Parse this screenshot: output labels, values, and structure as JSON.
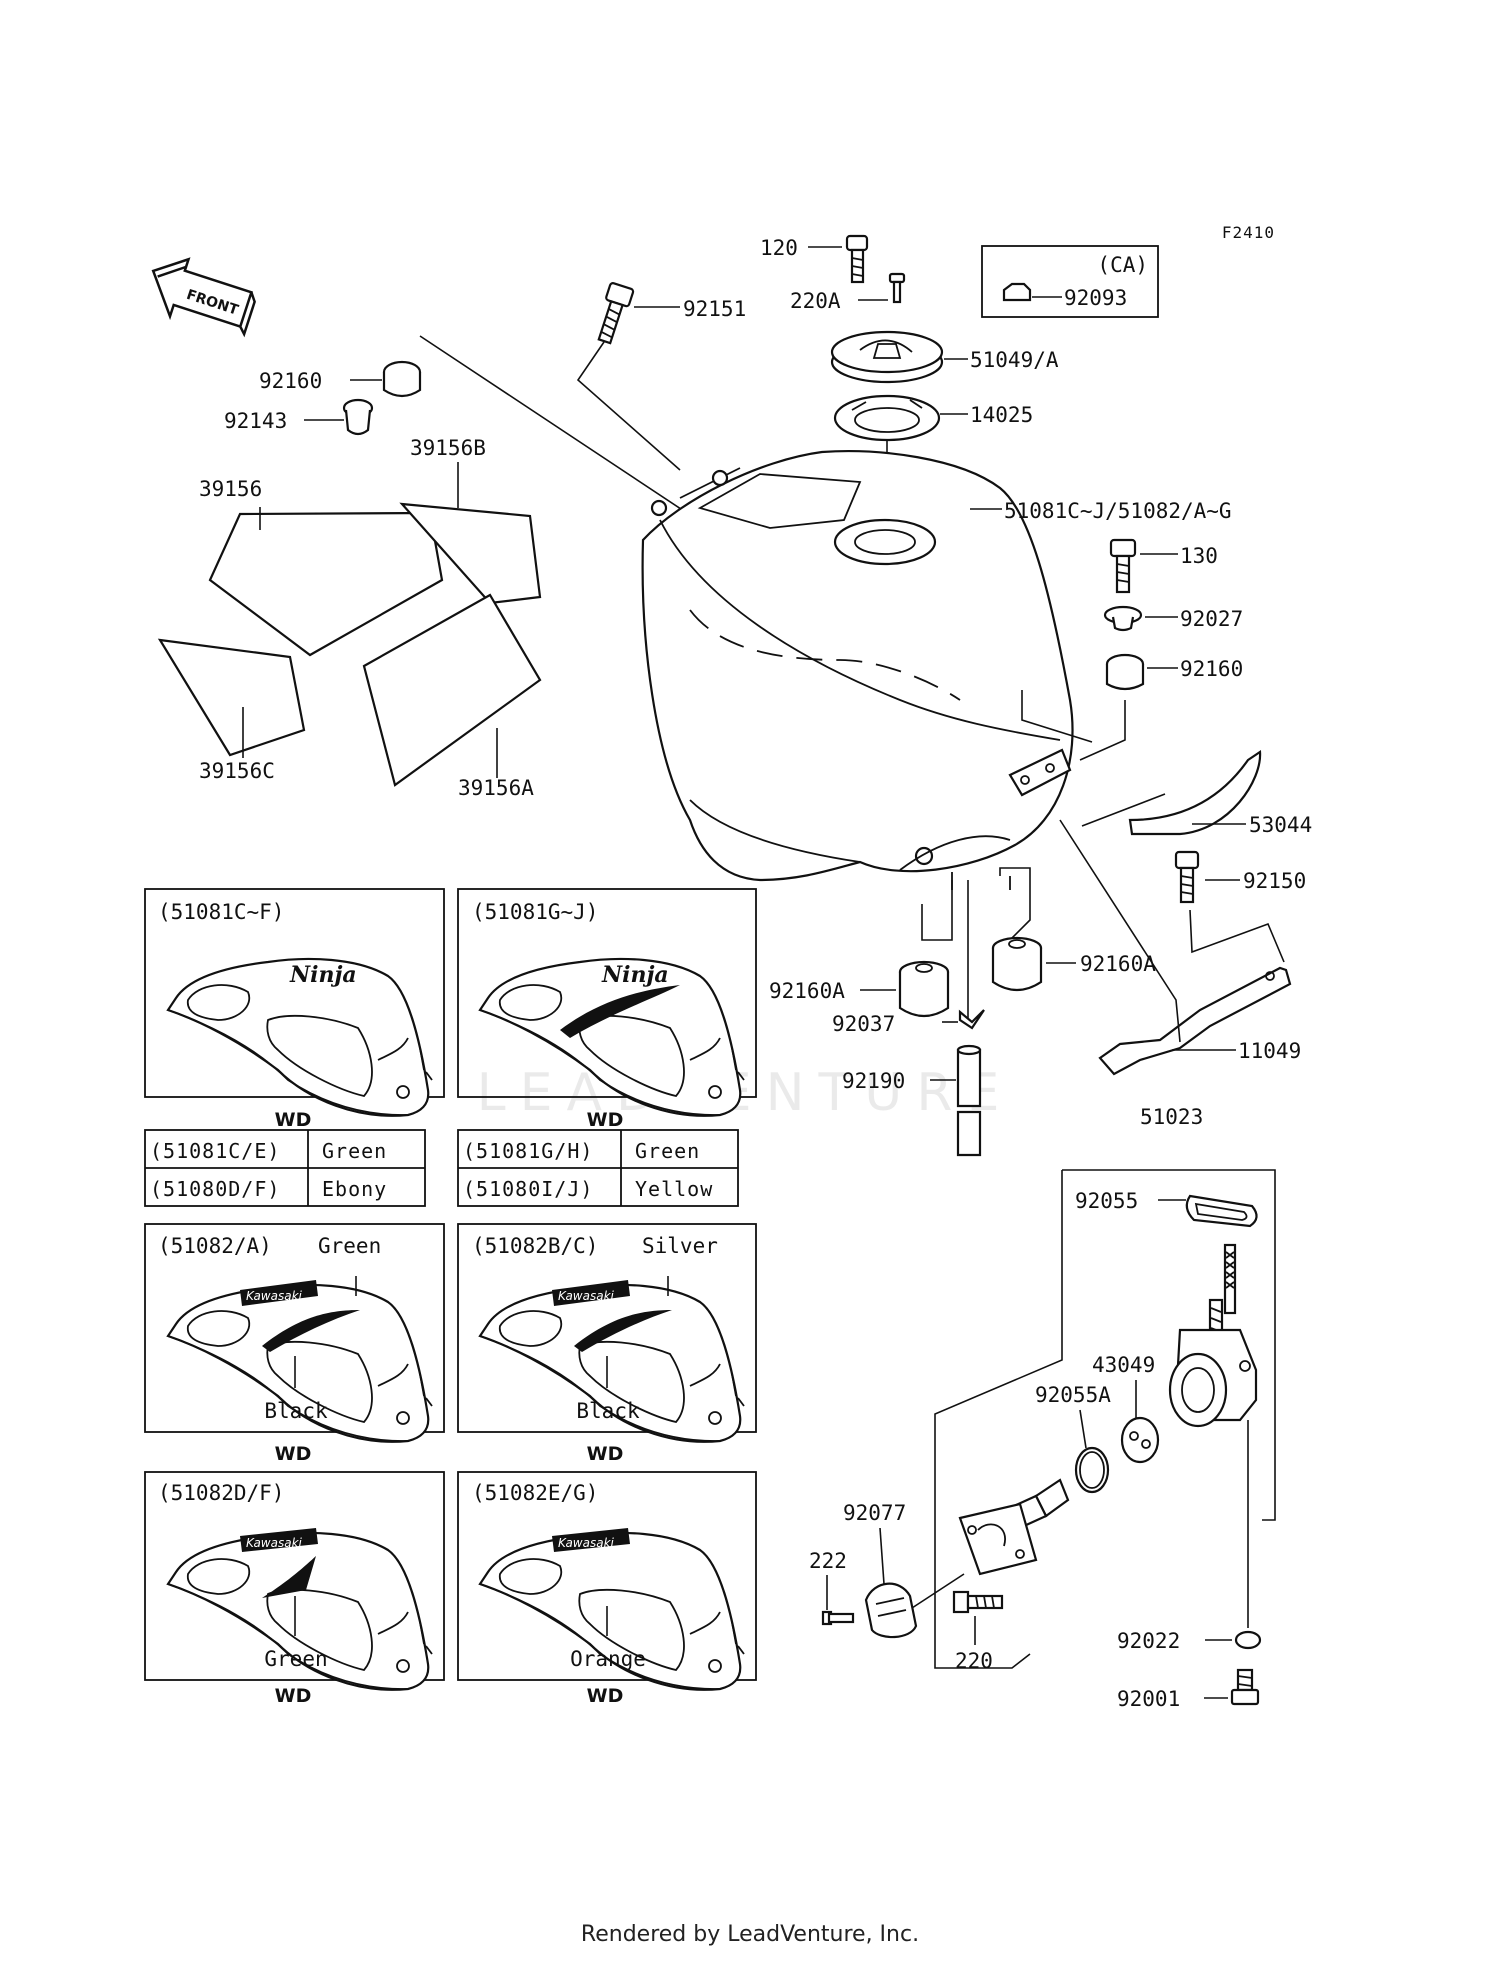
{
  "figure_code": "F2410",
  "front_label": "FRONT",
  "ca_label": "(CA)",
  "footer": "Rendered by LeadVenture, Inc.",
  "callouts": {
    "p120": "120",
    "p220A": "220A",
    "p92093": "92093",
    "p92151": "92151",
    "p51049": "51049/A",
    "p14025": "14025",
    "p92160_top": "92160",
    "p92143": "92143",
    "p39156B": "39156B",
    "p39156": "39156",
    "p51081": "51081C~J/51082/A~G",
    "p130": "130",
    "p92027": "92027",
    "p92160_right": "92160",
    "p53044": "53044",
    "p39156C": "39156C",
    "p39156A": "39156A",
    "p92150": "92150",
    "p92160A_left": "92160A",
    "p92160A_right": "92160A",
    "p92037": "92037",
    "p92190": "92190",
    "p11049": "11049",
    "p51023": "51023",
    "p92055": "92055",
    "p43049": "43049",
    "p92055A": "92055A",
    "p92077": "92077",
    "p222": "222",
    "p220": "220",
    "p92022": "92022",
    "p92001": "92001"
  },
  "variant_panels": [
    {
      "code": "(51081C~F)",
      "color": "",
      "sub": "",
      "wd": "WD"
    },
    {
      "code": "(51081G~J)",
      "color": "",
      "sub": "",
      "wd": "WD"
    },
    {
      "code": "(51082/A)",
      "color": "Green",
      "sub": "Black",
      "wd": "WD",
      "brand": "Kawasaki"
    },
    {
      "code": "(51082B/C)",
      "color": "Silver",
      "sub": "Black",
      "wd": "WD",
      "brand": "Kawasaki"
    },
    {
      "code": "(51082D/F)",
      "color": "",
      "sub": "Green",
      "wd": "WD",
      "brand": "Kawasaki"
    },
    {
      "code": "(51082E/G)",
      "color": "",
      "sub": "Orange",
      "wd": "WD",
      "brand": "Kawasaki"
    }
  ],
  "ninja_logo": "Ninja",
  "color_tables": [
    {
      "rows": [
        [
          "(51081C/E)",
          "Green"
        ],
        [
          "(51080D/F)",
          "Ebony"
        ]
      ]
    },
    {
      "rows": [
        [
          "(51081G/H)",
          "Green"
        ],
        [
          "(51080I/J)",
          "Yellow"
        ]
      ]
    }
  ],
  "watermark": "LEADVENTURE"
}
